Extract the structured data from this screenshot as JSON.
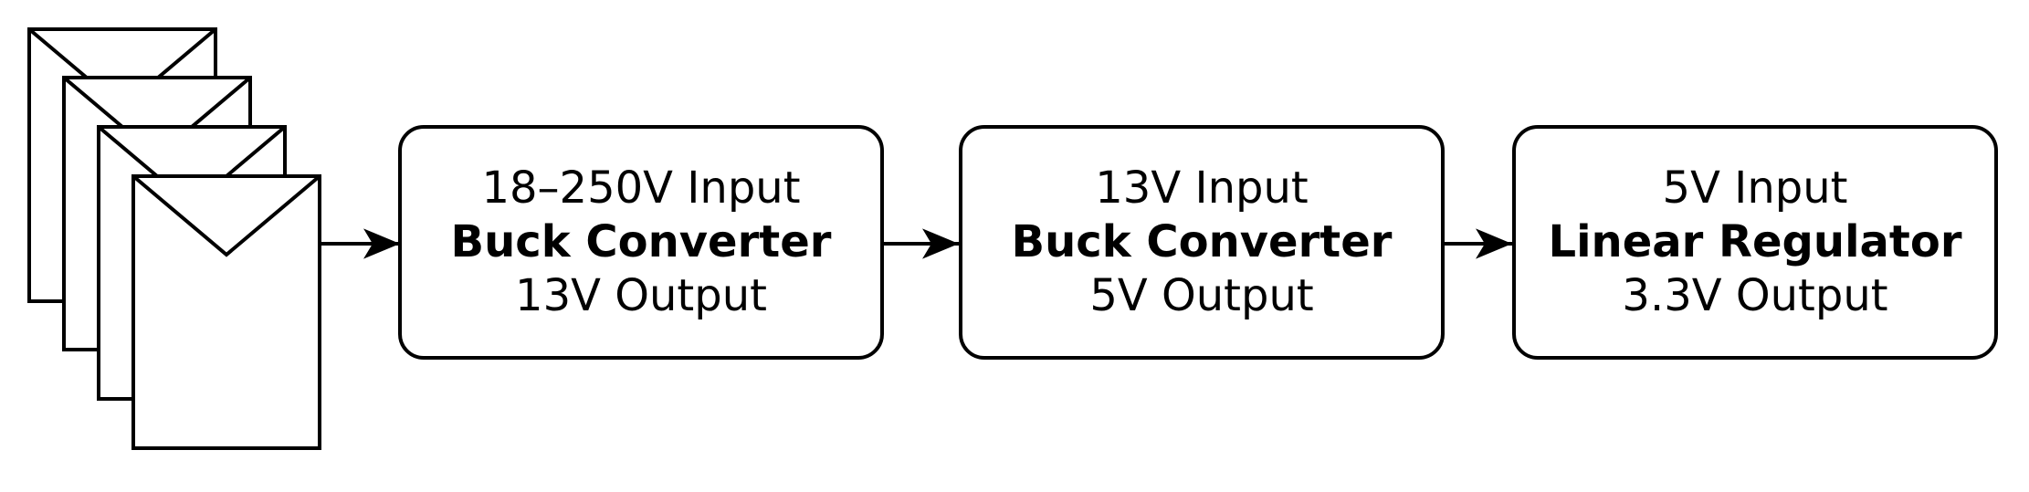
{
  "diagram": {
    "source": {
      "icon": "envelope-stack-icon",
      "count": 4
    },
    "stages": [
      {
        "input": "18–250V Input",
        "process": "Buck Converter",
        "output": "13V Output"
      },
      {
        "input": "13V Input",
        "process": "Buck Converter",
        "output": "5V Output"
      },
      {
        "input": "5V Input",
        "process": "Linear Regulator",
        "output": "3.3V Output"
      }
    ],
    "colors": {
      "line": "#000000",
      "fill": "#ffffff",
      "text": "#000000"
    }
  }
}
